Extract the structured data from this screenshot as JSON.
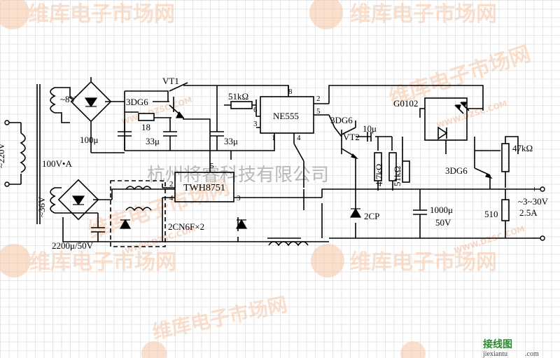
{
  "watermark": {
    "site_cn": "维库电子市场网",
    "site_url": "WWW.DZSC.COM",
    "company": "杭州将睿科技有限公司",
    "footer_cn": "接线图",
    "footer_en": "jiexiantu",
    "footer_com": ".com"
  },
  "schematic": {
    "mains": "~220V",
    "transformer_rating": "100V•A",
    "sec_low": "~8V",
    "sec_high": "~36V",
    "vt1": "VT1",
    "vt1_type": "3DG6",
    "r18": "18",
    "c100": "100μ",
    "c33a": "33μ",
    "c33b": "33μ",
    "r51k_top": "51kΩ",
    "ic555": "NE555",
    "pin8": "8",
    "pin2": "2",
    "pin6": "6",
    "pin5": "5",
    "pin3": "3",
    "pin1": "1",
    "pin4": "4",
    "vt2_type": "3DG6",
    "vt2": "VT2",
    "c10u": "10μ",
    "r47k_mid": "4.7kΩ",
    "r51k_mid": "51kΩ",
    "g0102": "G0102",
    "r47k_right": "47kΩ",
    "vt3_type": "3DG6",
    "twh": "TWH8751",
    "twh_pin2": "2",
    "twh_pin4": "4",
    "twh_pin5": "5",
    "twh_pin3": "3",
    "diode_pair": "2CN6F×2",
    "d2cp": "2CP",
    "c1000": "1000μ",
    "c1000_v": "50V",
    "r510": "510",
    "c2200": "2200μ/50V",
    "out_plus": "+",
    "out_minus": "−",
    "out_range": "~3~30V",
    "out_current": "2.5A"
  }
}
